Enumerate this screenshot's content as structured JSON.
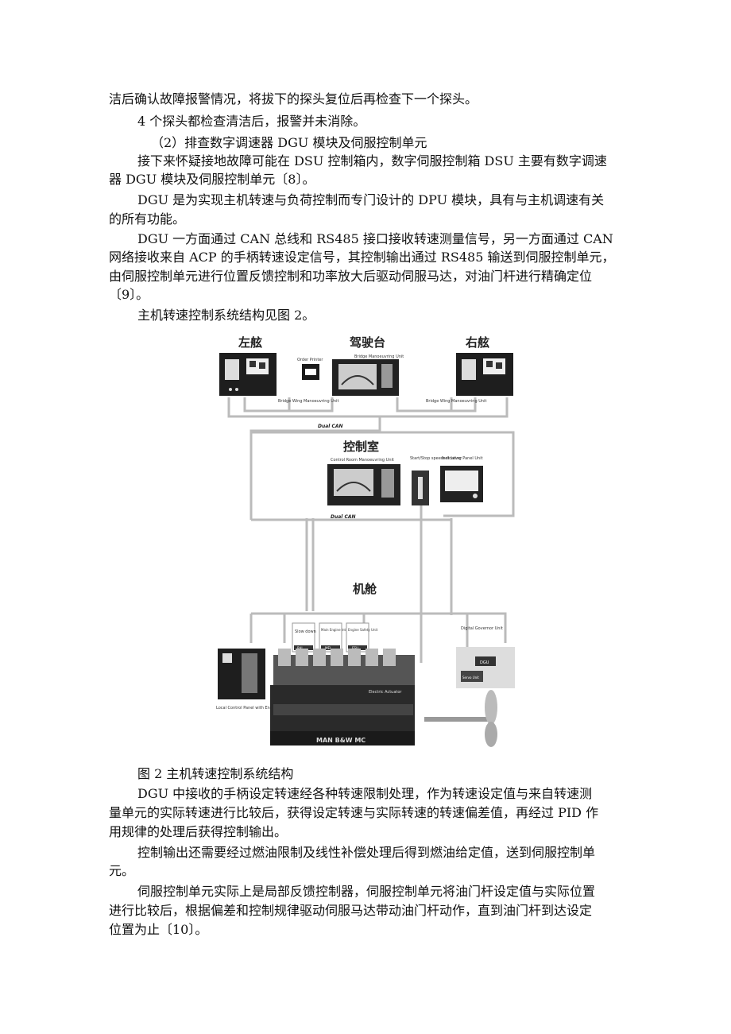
{
  "paragraphs_top": [
    "洁后确认故障报警情况，将拔下的探头复位后再检查下一个探头。",
    "4 个探头都检查清洁后，报警并未消除。",
    "（2）排查数字调速器 DGU 模块及伺服控制单元",
    "接下来怀疑接地故障可能在 DSU 控制箱内，数字伺服控制箱 DSU 主要有数字调速",
    "器 DGU 模块及伺服控制单元〔8〕。",
    "DGU 是为实现主机转速与负荷控制而专门设计的 DPU 模块，具有与主机调速有关",
    "的所有功能。",
    "DGU 一方面通过 CAN 总线和 RS485 接口接收转速测量信号，另一方面通过 CAN",
    "网络接收来自 ACP 的手柄转速设定信号，其控制输出通过 RS485 输送到伺服控制单元，",
    "由伺服控制单元进行位置反馈控制和功率放大后驱动伺服马达，对油门杆进行精确定位",
    "〔9〕。",
    "主机转速控制系统结构见图 2。"
  ],
  "figure": {
    "port_label": "左舷",
    "bridge_label": "驾驶台",
    "starboard_label": "右舷",
    "order_printer": "Order Printer",
    "bridge_unit": "Bridge Manoeuvring Unit",
    "wing_unit": "Bridge Wing Manoeuvring Unit",
    "dual_can_1": "Dual CAN",
    "control_room_label": "控制室",
    "control_room_unit": "Control Room Manoeuvring Unit",
    "start_stop_lever": "Start/Stop speedset Lever",
    "indicating_panel": "Indicating Panel Unit",
    "dual_can_2": "Dual CAN",
    "engine_room_label": "机舱",
    "box_slow_down": "Slow down",
    "box_mei": "Main Engine Interface",
    "box_esu": "Engine Safety Unit",
    "tag_ral": "RAL",
    "tag_mei": "MEI",
    "tag_esu": "ESU",
    "tag_dgu": "DGU",
    "digital_governor_unit": "Digital Governor Unit",
    "servo_unit": "Servo Unit",
    "local_control_panel": "Local Control Panel with Engine Telegraph",
    "engine_brand": "MAN B&W  MC",
    "electric_actuator": "Electric Actuator",
    "caption": "图 2 主机转速控制系统结构"
  },
  "paragraphs_bottom": [
    "DGU 中接收的手柄设定转速经各种转速限制处理，作为转速设定值与来自转速测",
    "量单元的实际转速进行比较后，获得设定转速与实际转速的转速偏差值，再经过 PID 作",
    "用规律的处理后获得控制输出。",
    "控制输出还需要经过燃油限制及线性补偿处理后得到燃油给定值，送到伺服控制单",
    "元。",
    "伺服控制单元实际上是局部反馈控制器，伺服控制单元将油门杆设定值与实际位置",
    "进行比较后，根据偏差和控制规律驱动伺服马达带动油门杆动作，直到油门杆到达设定",
    "位置为止〔10〕。"
  ]
}
